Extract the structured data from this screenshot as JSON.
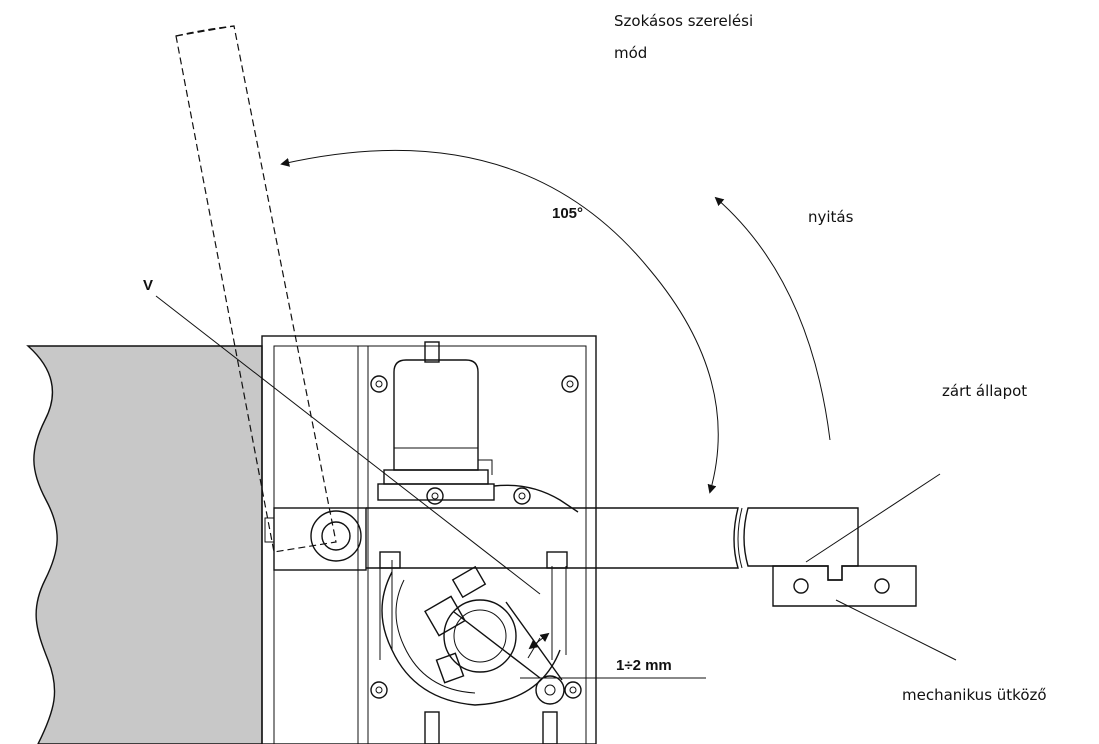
{
  "labels": {
    "title_line1": "Szokásos szerelési",
    "title_line2": "mód",
    "opening": "nyitás",
    "closed_state": "zárt állapot",
    "mechanical_stop": "mechanikus ütköző",
    "angle": "105°",
    "gap": "1÷2 mm",
    "marker_v": "V"
  },
  "colors": {
    "wall_fill": "#c8c8c8",
    "ink": "#111111"
  }
}
